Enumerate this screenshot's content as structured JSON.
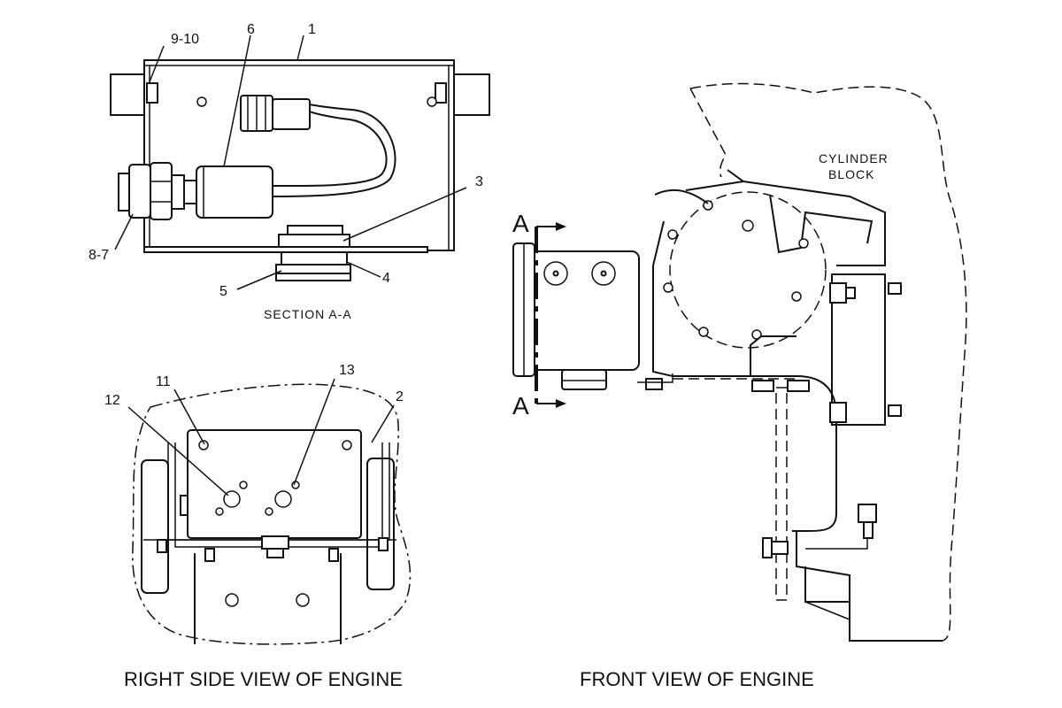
{
  "views": {
    "section_title": "SECTION A-A",
    "right_side_title": "RIGHT SIDE VIEW OF ENGINE",
    "front_title": "FRONT VIEW OF ENGINE",
    "cylinder_block_line1": "CYLINDER",
    "cylinder_block_line2": "BLOCK",
    "section_marker_top": "A",
    "section_marker_bottom": "A"
  },
  "callouts": {
    "c1": "1",
    "c2": "2",
    "c3": "3",
    "c4": "4",
    "c5": "5",
    "c6": "6",
    "c8_7": "8-7",
    "c9_10": "9-10",
    "c11": "11",
    "c12": "12",
    "c13": "13"
  }
}
